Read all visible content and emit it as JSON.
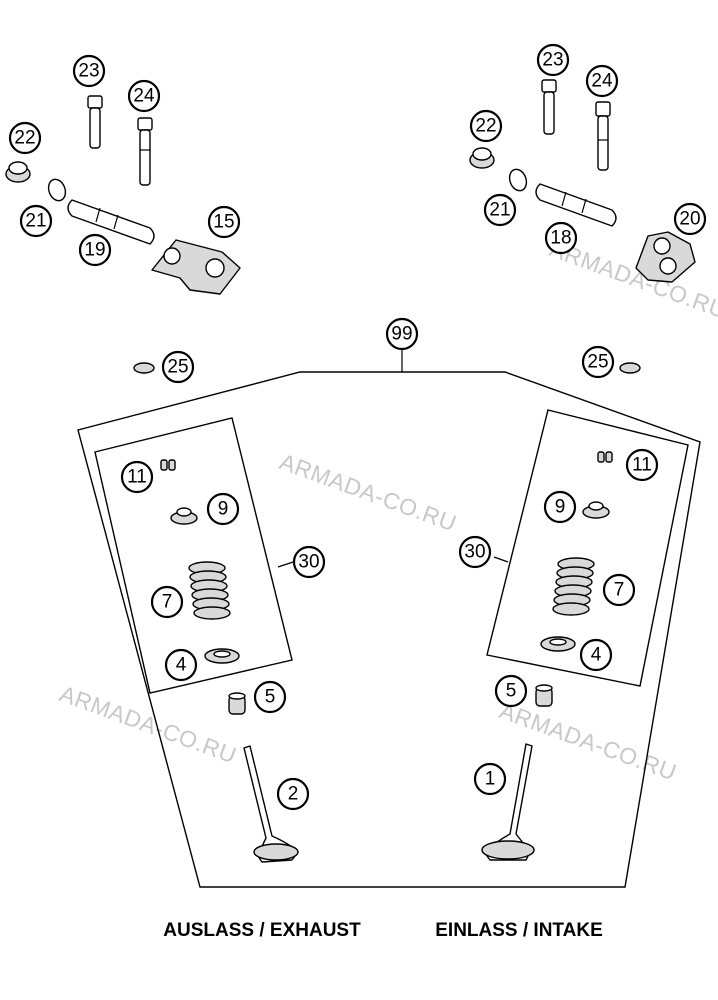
{
  "callouts": {
    "c23_left": "23",
    "c24_left": "24",
    "c22_left": "22",
    "c21_left": "21",
    "c19": "19",
    "c15": "15",
    "c23_right": "23",
    "c24_right": "24",
    "c22_right": "22",
    "c21_right": "21",
    "c18": "18",
    "c20": "20",
    "c99": "99",
    "c25_left": "25",
    "c25_right": "25",
    "c11_left": "11",
    "c9_left": "9",
    "c30_left": "30",
    "c7_left": "7",
    "c4_left": "4",
    "c5_left": "5",
    "c2": "2",
    "c11_right": "11",
    "c9_right": "9",
    "c30_right": "30",
    "c7_right": "7",
    "c4_right": "4",
    "c5_right": "5",
    "c1": "1"
  },
  "watermarks": [
    "ARMADA-CO.RU",
    "ARMADA-CO.RU",
    "ARMADA-CO.RU",
    "ARMADA-CO.RU"
  ],
  "captions": {
    "exhaust": "AUSLASS / EXHAUST",
    "intake": "EINLASS / INTAKE"
  }
}
